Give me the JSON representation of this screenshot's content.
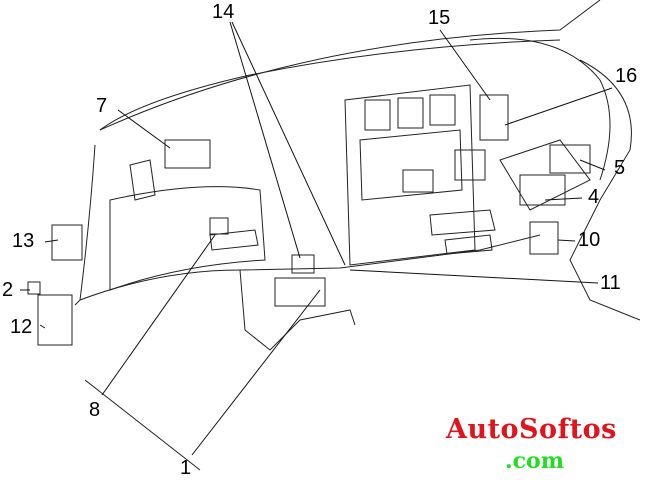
{
  "diagram": {
    "callouts": [
      {
        "id": "14",
        "label": "14"
      },
      {
        "id": "15",
        "label": "15"
      },
      {
        "id": "16",
        "label": "16"
      },
      {
        "id": "7",
        "label": "7"
      },
      {
        "id": "5",
        "label": "5"
      },
      {
        "id": "4",
        "label": "4"
      },
      {
        "id": "13",
        "label": "13"
      },
      {
        "id": "10",
        "label": "10"
      },
      {
        "id": "2",
        "label": "2"
      },
      {
        "id": "11",
        "label": "11"
      },
      {
        "id": "12",
        "label": "12"
      },
      {
        "id": "8",
        "label": "8"
      },
      {
        "id": "1",
        "label": "1"
      }
    ]
  },
  "watermark": {
    "line1": "AutoSoftos",
    "line2": ".com",
    "color1": "#e0141c",
    "color2": "#22dd22"
  }
}
